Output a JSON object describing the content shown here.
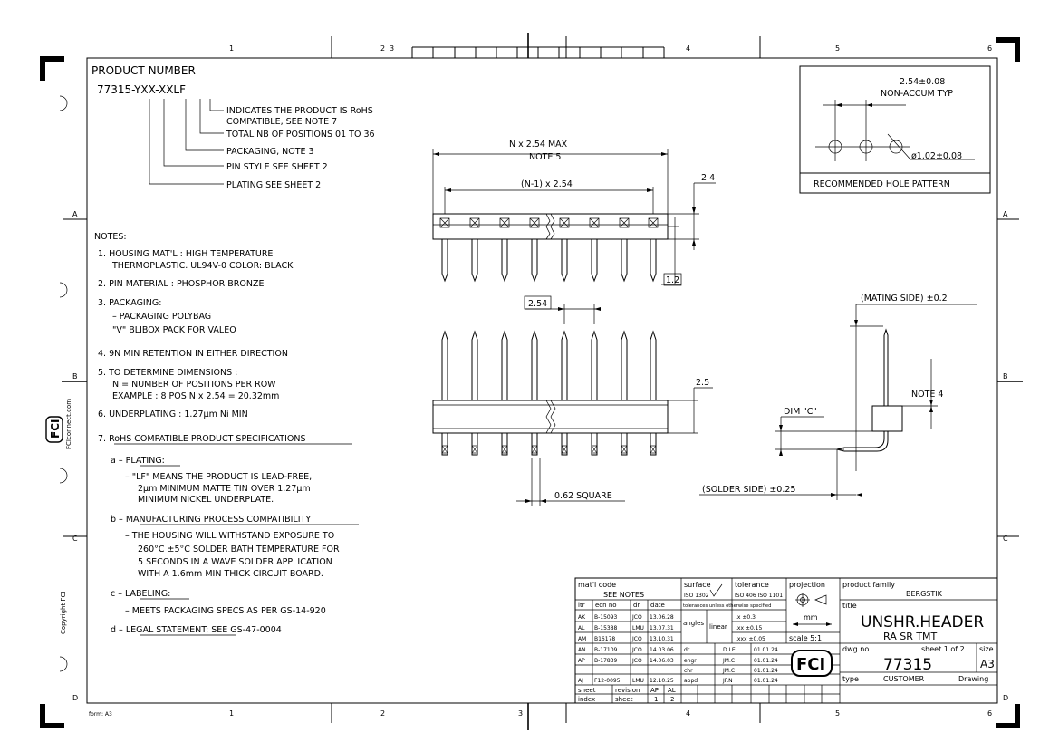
{
  "frame": {
    "col_numbers": [
      "1",
      "2",
      "3",
      "4",
      "5",
      "6"
    ],
    "row_letters": [
      "A",
      "B",
      "C",
      "D"
    ],
    "form_label": "form: A3",
    "side_brand": "FCIconnect.com",
    "copyright": "Copyright FCI"
  },
  "product": {
    "heading": "PRODUCT NUMBER",
    "code": "77315-YXX-XXLF",
    "callouts": [
      "INDICATES THE PRODUCT IS RoHS",
      "COMPATIBLE, SEE NOTE 7",
      "TOTAL NB OF POSITIONS 01 TO 36",
      "PACKAGING, NOTE 3",
      "PIN STYLE SEE SHEET 2",
      "PLATING SEE SHEET 2"
    ]
  },
  "notes": {
    "heading": "NOTES:",
    "lines": [
      "1.  HOUSING MAT'L : HIGH TEMPERATURE",
      "THERMOPLASTIC. UL94V-0 COLOR: BLACK",
      "2.  PIN MATERIAL : PHOSPHOR BRONZE",
      "3.  PACKAGING:",
      "–   PACKAGING POLYBAG",
      "\"V\" BLIBOX PACK FOR VALEO",
      "4.  9N MIN RETENTION IN EITHER DIRECTION",
      "5.  TO DETERMINE DIMENSIONS :",
      "N  = NUMBER OF POSITIONS PER ROW",
      "EXAMPLE : 8 POS   N x 2.54 = 20.32mm",
      "6.  UNDERPLATING : 1.27µm Ni MIN",
      "7.  RoHS COMPATIBLE PRODUCT SPECIFICATIONS",
      "a  –  PLATING:",
      "–  \"LF\"  MEANS THE PRODUCT IS LEAD-FREE,",
      "2µm  MINIMUM MATTE TIN OVER 1.27µm",
      "MINIMUM NICKEL UNDERPLATE.",
      "b  –  MANUFACTURING PROCESS COMPATIBILITY",
      "–  THE HOUSING WILL WITHSTAND EXPOSURE TO",
      "260°C ±5°C SOLDER BATH TEMPERATURE FOR",
      "5 SECONDS IN A WAVE SOLDER APPLICATION",
      "WITH A 1.6mm MIN THICK CIRCUIT BOARD.",
      "c  –  LABELING:",
      "–  MEETS PACKAGING SPECS AS PER GS-14-920",
      "d  –  LEGAL STATEMENT: SEE GS-47-0004"
    ]
  },
  "dims": {
    "overall": "N x 2.54 MAX",
    "note5": "NOTE 5",
    "pitch_span": "(N-1) x 2.54",
    "d24": "2.4",
    "d12": "1.2",
    "d254": "2.54",
    "d25": "2.5",
    "square": "0.62 SQUARE",
    "mating": "(MATING SIDE) ±0.2",
    "note4": "NOTE 4",
    "dimc": "DIM \"C\"",
    "solder": "(SOLDER SIDE) ±0.25"
  },
  "hole_pattern": {
    "pitch": "2.54±0.08",
    "pitch_note": "NON-ACCUM TYP",
    "hole": "ø1.02±0.08",
    "caption": "RECOMMENDED HOLE PATTERN"
  },
  "title_block": {
    "matl_label": "mat'l code",
    "matl_value": "SEE NOTES",
    "surface_label": "surface",
    "surface_std": "ISO 1302",
    "tolerance_label": "tolerance",
    "tolerance_std": "ISO 406  ISO 1101",
    "tol_note": "tolerances unless otherwise specified",
    "angles": "angles",
    "linear": "linear",
    "tol_x": ".x ±0.3",
    "tol_xx": ".xx ±0.15",
    "tol_xxx": ".xxx ±0.05",
    "projection_label": "projection",
    "unit": "mm",
    "scale": "scale 5:1",
    "family_label": "product family",
    "family": "BERGSTIK",
    "title_label": "title",
    "title_main": "UNSHR.HEADER",
    "title_sub": "RA  SR  TMT",
    "dwg_label": "dwg no",
    "sheet": "sheet  1  of 2",
    "size_label": "size",
    "size": "A3",
    "dwg_no": "77315",
    "type_label": "type",
    "type_value": "CUSTOMER",
    "type_kind": "Drawing",
    "rev_headers": [
      "ltr",
      "ecn no",
      "dr",
      "date"
    ],
    "revisions": [
      [
        "AK",
        "B-15093",
        "JCO",
        "13.06.28"
      ],
      [
        "AL",
        "B-15388",
        "LMU",
        "13.07.31"
      ],
      [
        "AM",
        "B16178",
        "JCO",
        "13.10.31"
      ],
      [
        "AN",
        "B-17109",
        "JCO",
        "14.03.06"
      ],
      [
        "AP",
        "B-17839",
        "JCO",
        "14.06.03"
      ],
      [
        "AJ",
        "F12-0095",
        "LMU",
        "12.10.25"
      ]
    ],
    "approvals": [
      [
        "dr",
        "D.LE",
        "01.01.24"
      ],
      [
        "engr",
        "JM.C",
        "01.01.24"
      ],
      [
        "chr",
        "JM.C",
        "01.01.24"
      ],
      [
        "appd",
        "JF.N",
        "01.01.24"
      ]
    ],
    "sheet_row": [
      "sheet",
      "revision",
      "AP",
      "AL"
    ],
    "index_row": [
      "index",
      "sheet",
      "1",
      "2"
    ]
  }
}
